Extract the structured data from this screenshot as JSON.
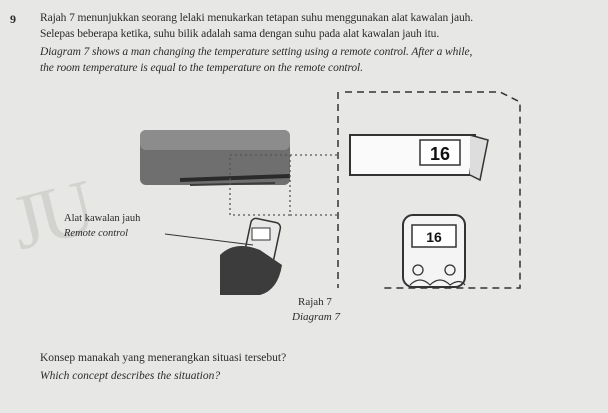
{
  "question": {
    "number": "9",
    "stem_ms_1": "Rajah 7 menunjukkan seorang lelaki menukarkan tetapan suhu menggunakan alat kawalan jauh.",
    "stem_ms_2": "Selepas beberapa ketika, suhu bilik adalah sama dengan suhu pada alat kawalan jauh itu.",
    "stem_en_1": "Diagram 7 shows a man changing the temperature setting using a remote control. After a while,",
    "stem_en_2": "the room temperature is equal to the temperature on the remote control.",
    "prompt_ms": "Konsep manakah yang menerangkan situasi tersebut?",
    "prompt_en": "Which concept describes the situation?"
  },
  "diagram": {
    "label_ac_ms": "Alat kawalan jauh",
    "label_rc_en": "Remote control",
    "ac_display_reading": "16",
    "remote_display_reading": "16",
    "caption_ms": "Rajah 7",
    "caption_en": "Diagram 7"
  },
  "watermark": {
    "text": "JU"
  }
}
